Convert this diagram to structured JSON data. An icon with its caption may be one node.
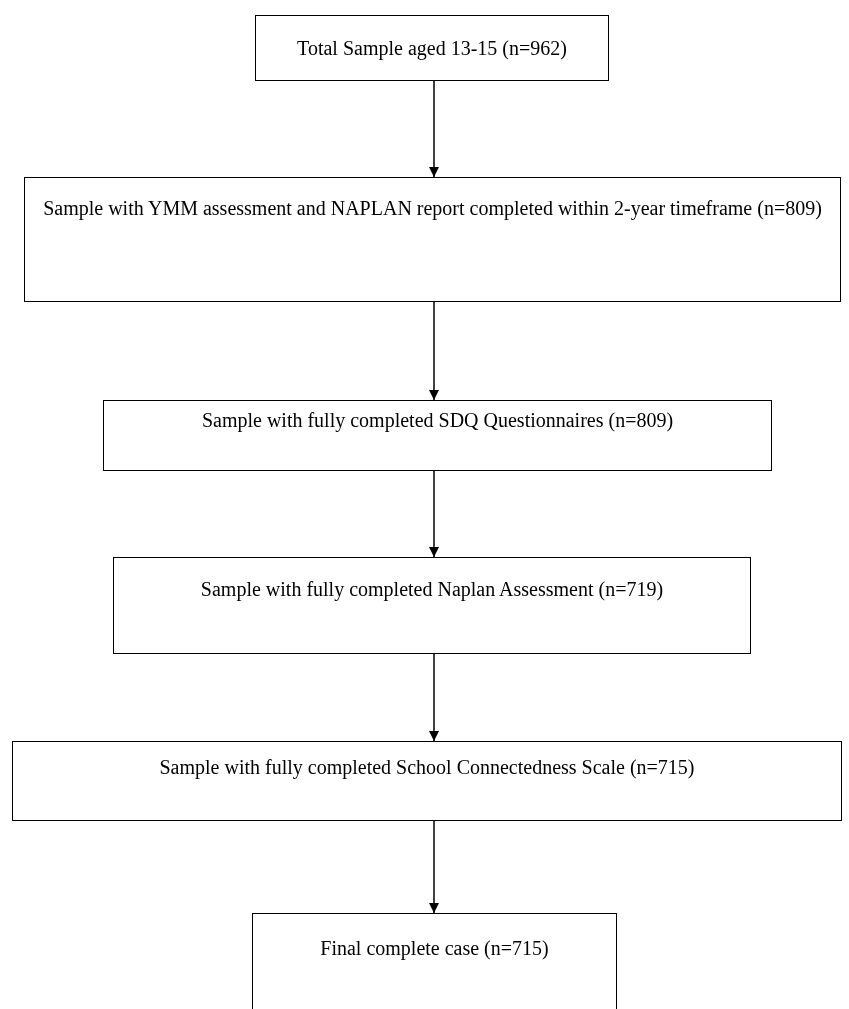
{
  "diagram": {
    "nodes": [
      {
        "text": [
          "Total Sample aged 13-15 (n=962)"
        ]
      },
      {
        "text": [
          "Sample with YMM assessment and NAPLAN report completed within 2-year timeframe (n=809)"
        ]
      },
      {
        "text": [
          "Sample with fully completed SDQ Questionnaires (n=809)"
        ]
      },
      {
        "text": [
          "Sample with fully completed Naplan Assessment (n=719)"
        ]
      },
      {
        "text": [
          "Sample with fully completed School Connectedness Scale (n=715)"
        ]
      },
      {
        "text": [
          "Final complete case (n=715)"
        ]
      }
    ],
    "edges": [
      {
        "from": 0,
        "to": 1,
        "arrow": "to"
      },
      {
        "from": 1,
        "to": 2,
        "arrow": "to"
      },
      {
        "from": 2,
        "to": 3,
        "arrow": "to"
      },
      {
        "from": 3,
        "to": 4,
        "arrow": "to"
      },
      {
        "from": 4,
        "to": 5,
        "arrow": "to"
      }
    ]
  }
}
